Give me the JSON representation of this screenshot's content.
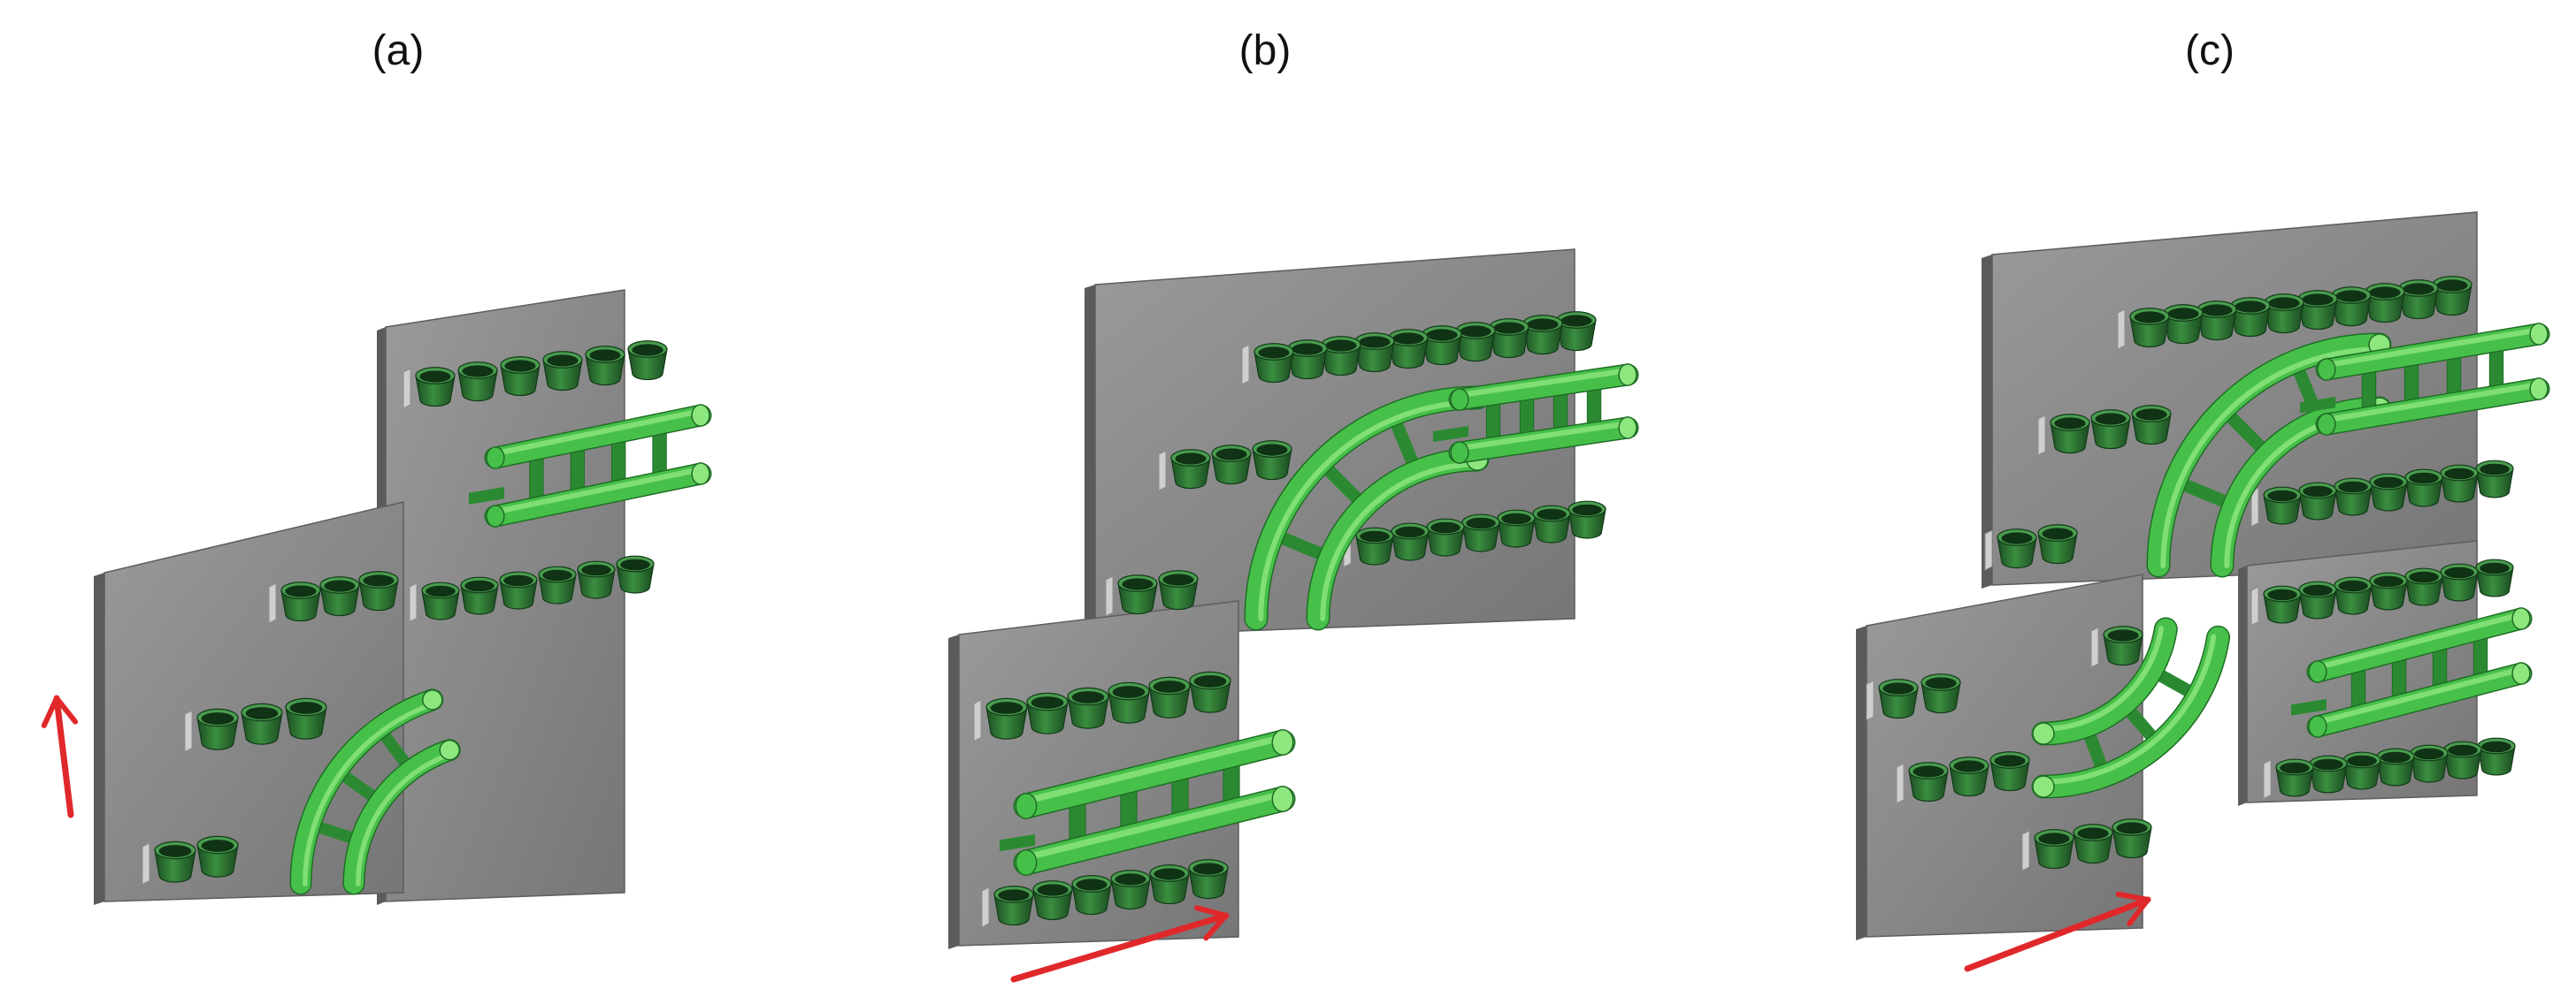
{
  "figure": {
    "panels": [
      {
        "label": "(a)",
        "motion_direction": "up"
      },
      {
        "label": "(b)",
        "motion_direction": "right"
      },
      {
        "label": "(c)",
        "motion_direction": "right"
      }
    ]
  },
  "colors": {
    "wall_face": "#858585",
    "wall_edge": "#5b5b5b",
    "wall_top": "#b5b5b5",
    "bracket": "#cfcfcf",
    "pot_dark": "#1f5a27",
    "pot_mid": "#2f7a34",
    "pot_light": "#4a9c4f",
    "pot_rim_inner": "#0f3314",
    "rail_main": "#47c04a",
    "rail_highlight": "#8ee67f",
    "rail_shadow": "#2b8a31",
    "arrow": "#e0282b"
  },
  "icons": {
    "pot": "planter-pot-icon",
    "arrow": "motion-arrow-icon"
  }
}
